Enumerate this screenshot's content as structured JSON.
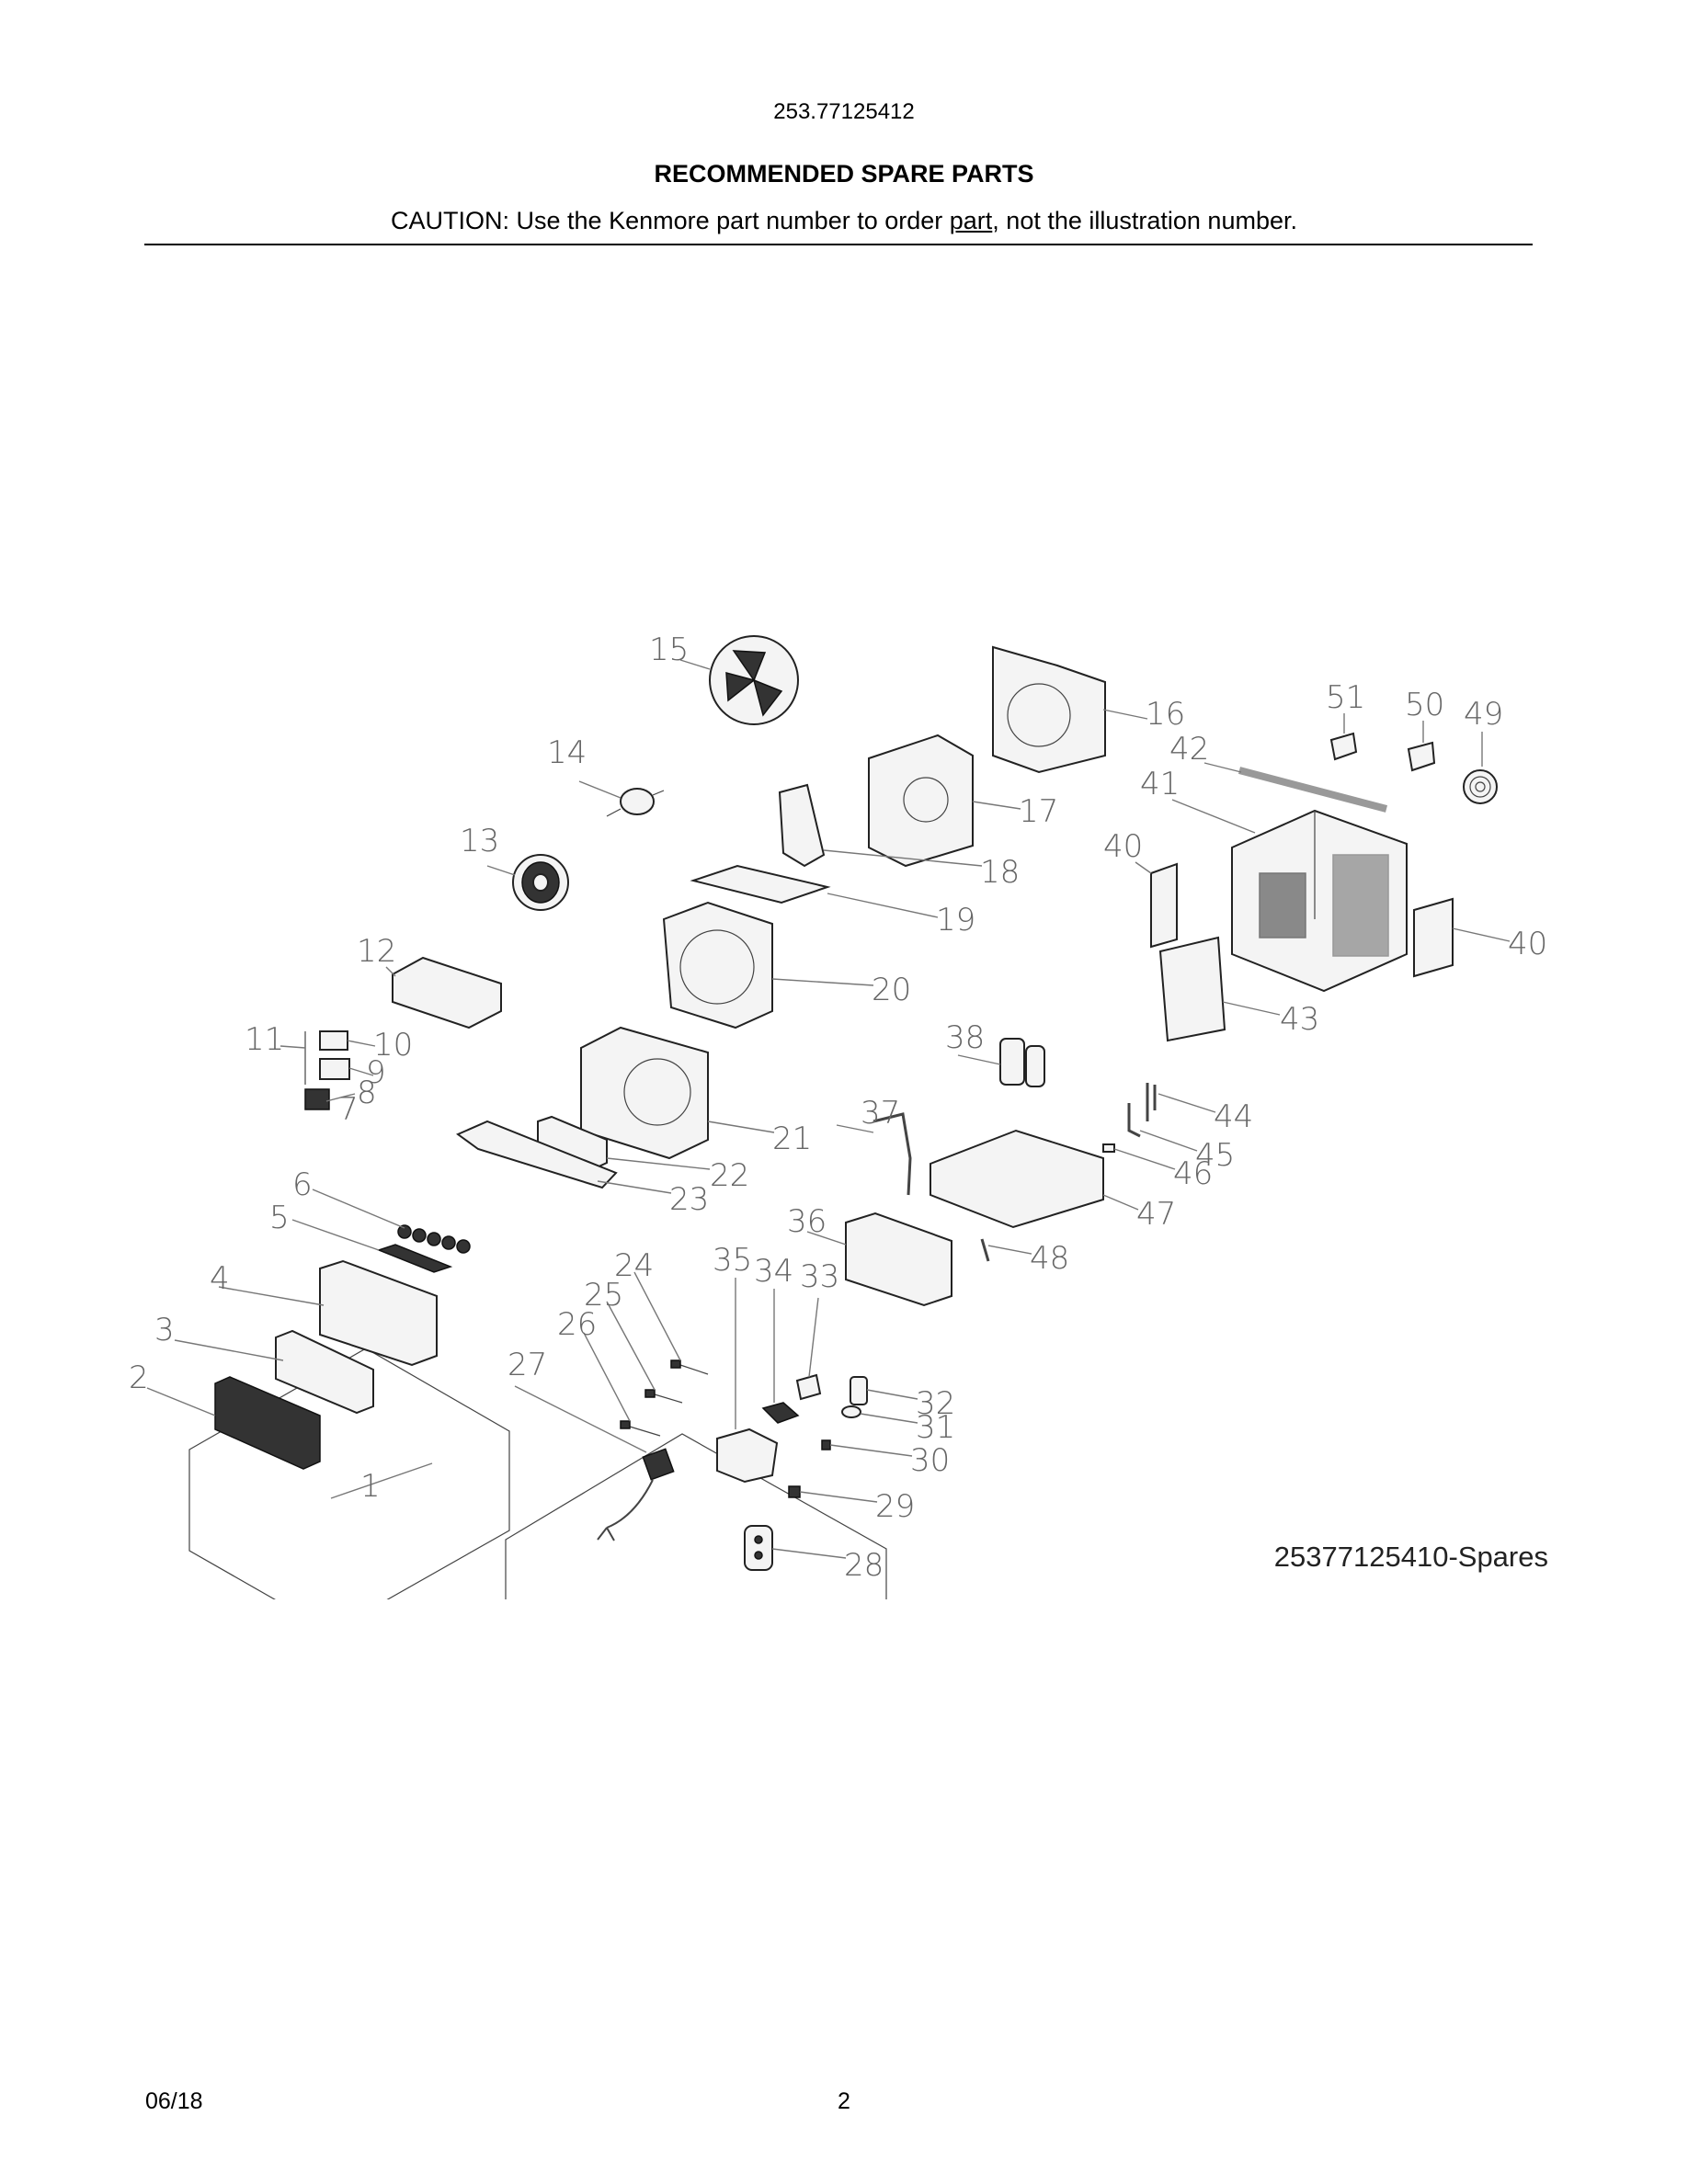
{
  "header": {
    "model_number": "253.77125412",
    "title": "RECOMMENDED SPARE PARTS",
    "caution_before": "CAUTION: Use the Kenmore part number to order ",
    "caution_link": "part",
    "caution_after": ", not the illustration number."
  },
  "diagram": {
    "id_label": "25377125410-Spares",
    "callouts": [
      "1",
      "2",
      "3",
      "4",
      "5",
      "6",
      "7",
      "8",
      "9",
      "10",
      "11",
      "12",
      "13",
      "14",
      "15",
      "16",
      "17",
      "18",
      "19",
      "20",
      "21",
      "22",
      "23",
      "24",
      "25",
      "26",
      "27",
      "28",
      "29",
      "30",
      "31",
      "32",
      "33",
      "34",
      "35",
      "36",
      "37",
      "38",
      "40",
      "40",
      "41",
      "42",
      "43",
      "44",
      "45",
      "46",
      "47",
      "48",
      "49",
      "50",
      "51"
    ]
  },
  "footer": {
    "date": "06/18",
    "page_number": "2"
  }
}
